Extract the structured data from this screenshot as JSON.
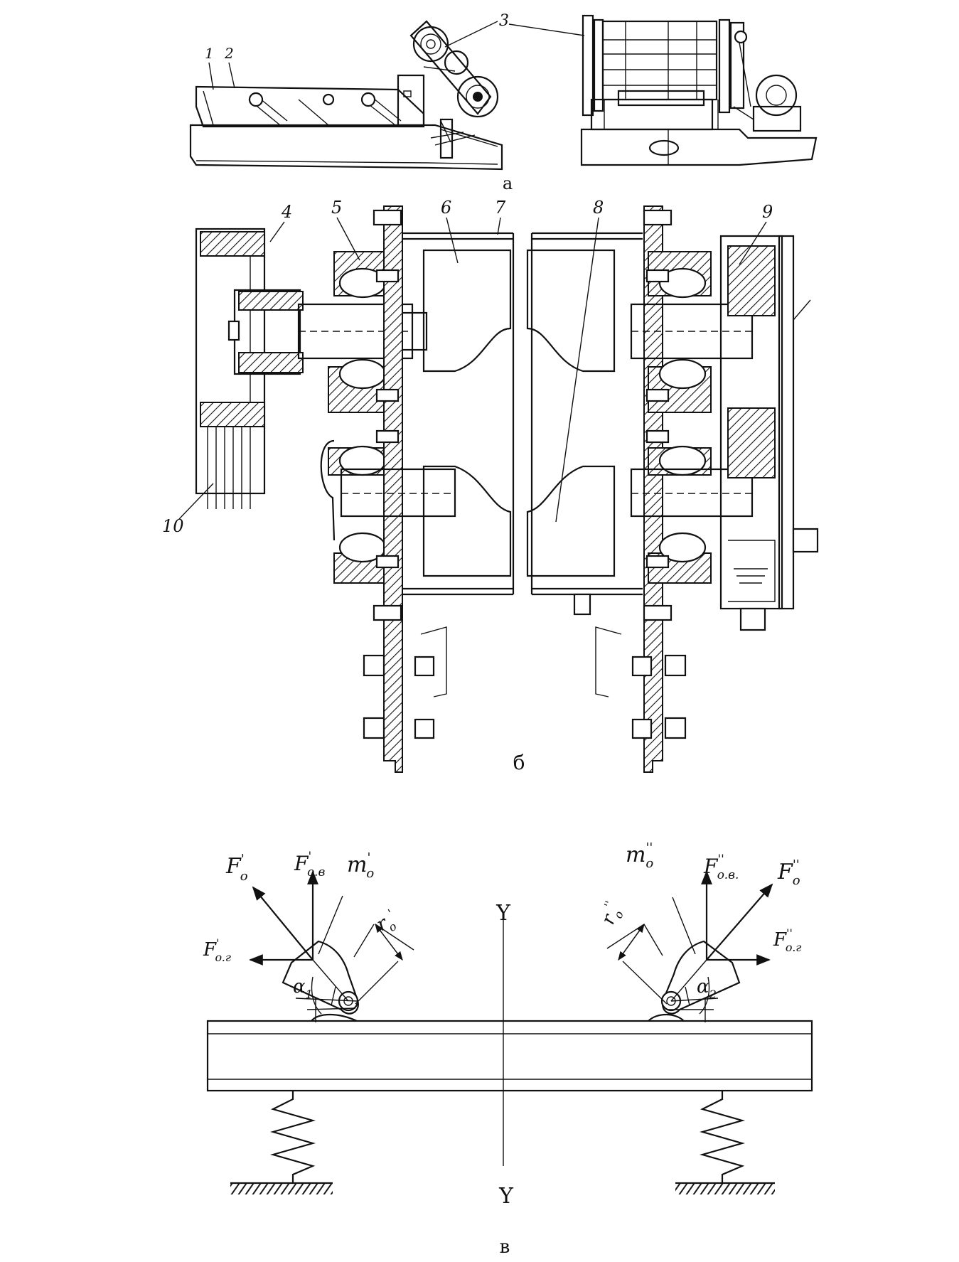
{
  "figure": {
    "panel_a": {
      "caption": "а",
      "callouts": [
        "1",
        "2",
        "3"
      ]
    },
    "panel_b": {
      "caption": "б",
      "callouts": [
        "4",
        "5",
        "6",
        "7",
        "8",
        "9",
        "10"
      ]
    },
    "panel_c": {
      "caption": "в",
      "axis_top": "Y",
      "axis_bottom": "Y",
      "left_unbalance": {
        "force": "F",
        "force_sup": "'",
        "force_sub": "o",
        "vertical_force": "F",
        "vertical_sup": "'",
        "vertical_sub": "o.в",
        "horizontal_force": "F",
        "horizontal_sup": "'",
        "horizontal_sub": "o.г",
        "mass": "m",
        "mass_sup": "'",
        "mass_sub": "o",
        "radius": "r",
        "radius_sub": "o",
        "radius_sup": "'",
        "angle": "α",
        "angle_sub": "1"
      },
      "right_unbalance": {
        "force": "F",
        "force_sup": "''",
        "force_sub": "o",
        "vertical_force": "F",
        "vertical_sup": "''",
        "vertical_sub": "o.в.",
        "horizontal_force": "F",
        "horizontal_sup": "''",
        "horizontal_sub": "o.г",
        "mass": "m",
        "mass_sup": "''",
        "mass_sub": "o",
        "radius": "r",
        "radius_sub": "o",
        "radius_sup": "''",
        "angle": "α",
        "angle_sub": "2"
      }
    }
  }
}
